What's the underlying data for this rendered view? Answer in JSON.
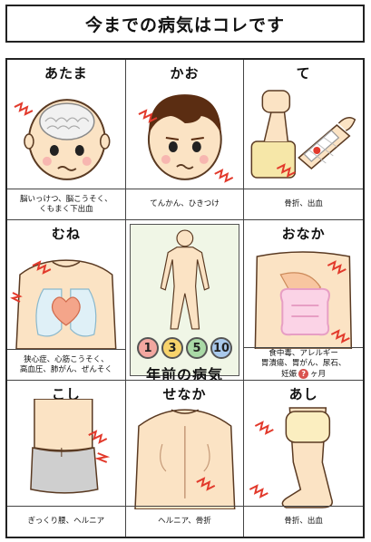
{
  "title": "今までの病気はコレです",
  "cells": {
    "atama": {
      "label": "あたま",
      "caption": [
        "脳いっけつ、脳こうそく、",
        "くもまく下出血"
      ]
    },
    "kao": {
      "label": "かお",
      "caption": [
        "てんかん、ひきつけ"
      ]
    },
    "te": {
      "label": "て",
      "caption": [
        "骨折、出血"
      ]
    },
    "mune": {
      "label": "むね",
      "caption": [
        "狭心症、心筋こうそく、",
        "高血圧、肺がん、ぜんそく"
      ]
    },
    "center": {
      "numbers": [
        "1",
        "3",
        "5",
        "10"
      ],
      "number_colors": [
        "#f2a7a0",
        "#f7d36b",
        "#a9d9a6",
        "#a9c9ec"
      ],
      "label": "年前の病気"
    },
    "onaka": {
      "label": "おなか",
      "caption": [
        "食中毒、アレルギー",
        "胃潰瘍、胃がん、尿石、",
        "妊娠",
        "ヶ月"
      ],
      "badge": "?"
    },
    "koshi": {
      "label": "こし",
      "caption": [
        "ぎっくり腰、ヘルニア"
      ]
    },
    "senaka": {
      "label": "せなか",
      "caption": [
        "ヘルニア、骨折"
      ]
    },
    "ashi": {
      "label": "あし",
      "caption": [
        "骨折、出血"
      ]
    }
  },
  "colors": {
    "skin": "#fbe3c4",
    "outline": "#5a3a22",
    "pain": "#e23a2c",
    "hair": "#5b2d12"
  }
}
